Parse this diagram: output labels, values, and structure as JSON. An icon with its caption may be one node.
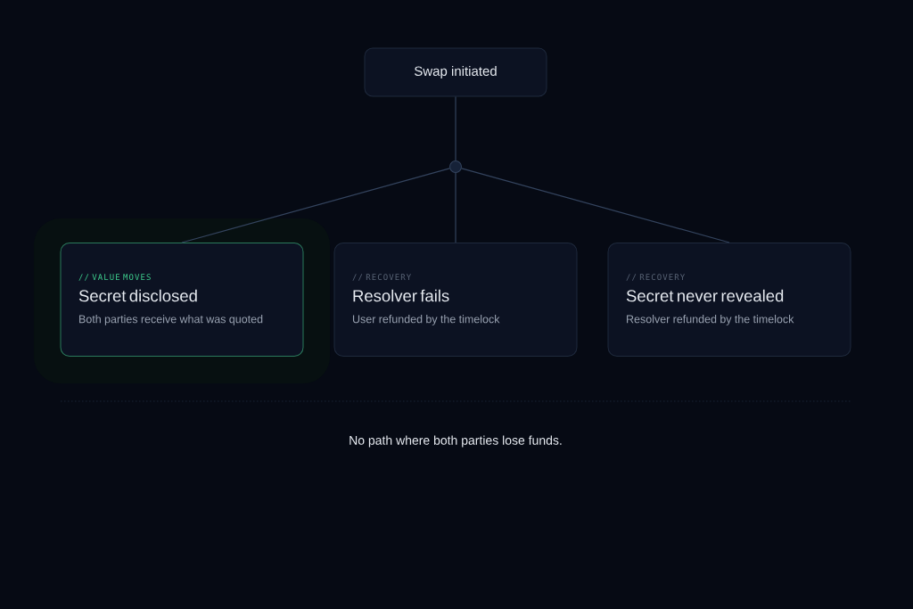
{
  "diagram": {
    "nodes": [
      {
        "text": [
          "Swap initiated"
        ]
      },
      {
        "text": [],
        "shape": "circle"
      },
      {
        "text": [
          "// VALUE MOVES",
          "Secret disclosed",
          "Both parties receive what was quoted"
        ]
      },
      {
        "text": [
          "// RECOVERY",
          "Resolver fails",
          "User refunded by the timelock"
        ]
      },
      {
        "text": [
          "// RECOVERY",
          "Secret never revealed",
          "Resolver refunded by the timelock"
        ]
      }
    ],
    "edges": [
      {
        "from": 0,
        "to": 1,
        "arrow": "none"
      },
      {
        "from": 1,
        "to": 2,
        "arrow": "none"
      },
      {
        "from": 1,
        "to": 3,
        "arrow": "none"
      },
      {
        "from": 1,
        "to": 4,
        "arrow": "none"
      }
    ],
    "labels": [
      "No path where both parties lose funds."
    ]
  }
}
